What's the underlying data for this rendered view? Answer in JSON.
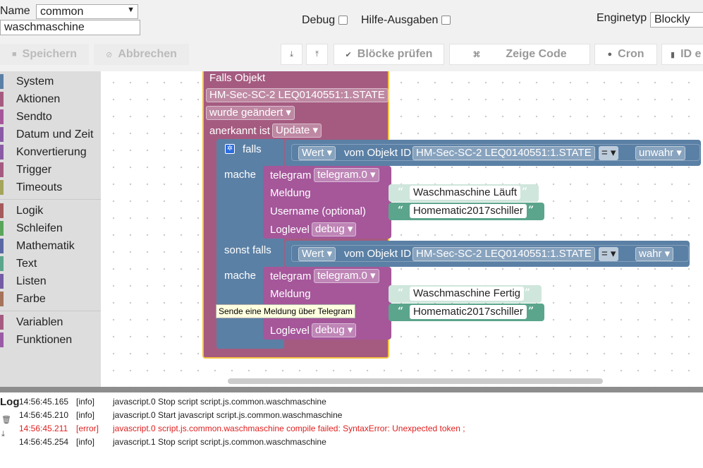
{
  "header": {
    "name_label": "Name",
    "name_select": "common",
    "script_name": "waschmaschine",
    "debug_label": "Debug",
    "hilfe_label": "Hilfe-Ausgaben",
    "enginetyp_label": "Enginetyp",
    "enginetyp_value": "Blockly"
  },
  "toolbar": {
    "save": "Speichern",
    "cancel": "Abbrechen",
    "check_blocks": "Blöcke prüfen",
    "show_code": "Zeige Code",
    "cron": "Cron",
    "id": "ID e"
  },
  "toolbox": [
    {
      "label": "System",
      "color": "#5b80a5"
    },
    {
      "label": "Aktionen",
      "color": "#a55b80"
    },
    {
      "label": "Sendto",
      "color": "#a5579a"
    },
    {
      "label": "Datum und Zeit",
      "color": "#8a5ba5"
    },
    {
      "label": "Konvertierung",
      "color": "#8a5ba5"
    },
    {
      "label": "Trigger",
      "color": "#a55b80"
    },
    {
      "label": "Timeouts",
      "color": "#a5a55b"
    },
    {
      "label": "Logik",
      "color": "#a55b5b"
    },
    {
      "label": "Schleifen",
      "color": "#5ba55b"
    },
    {
      "label": "Mathematik",
      "color": "#5b67a5"
    },
    {
      "label": "Text",
      "color": "#5ba58c"
    },
    {
      "label": "Listen",
      "color": "#745ba5"
    },
    {
      "label": "Farbe",
      "color": "#a5745b"
    },
    {
      "label": "Variablen",
      "color": "#a55b80"
    },
    {
      "label": "Funktionen",
      "color": "#995ba5"
    }
  ],
  "blocks": {
    "trigger": {
      "title": "Falls Objekt",
      "object": "HM-Sec-SC-2 LEQ0140551:1.STATE",
      "event": "wurde geändert",
      "ack_label": "anerkannt ist",
      "ack_value": "Update"
    },
    "if": {
      "falls": "falls",
      "mache": "mache",
      "sonst_falls": "sonst falls"
    },
    "cond1": {
      "field": "Wert",
      "vom": "vom Objekt ID",
      "object": "HM-Sec-SC-2 LEQ0140551:1.STATE",
      "op": "=",
      "value": "unwahr"
    },
    "cond2": {
      "field": "Wert",
      "vom": "vom Objekt ID",
      "object": "HM-Sec-SC-2 LEQ0140551:1.STATE",
      "op": "=",
      "value": "wahr"
    },
    "tg1": {
      "title": "telegram",
      "instance": "telegram.0",
      "meldung": "Meldung",
      "meldung_text": "Waschmaschine Läuft",
      "username": "Username (optional)",
      "username_text": "Homematic2017schiller",
      "loglevel": "Loglevel",
      "loglevel_value": "debug"
    },
    "tg2": {
      "title": "telegram",
      "instance": "telegram.0",
      "meldung": "Meldung",
      "meldung_text": "Waschmaschine Fertig",
      "username_tail": "l)",
      "username_text": "Homematic2017schiller",
      "loglevel": "Loglevel",
      "loglevel_value": "debug"
    },
    "tooltip": "Sende eine Meldung über Telegram"
  },
  "log": {
    "title": "Log",
    "rows": [
      {
        "time": "14:56:45.165",
        "level": "[info]",
        "msg": "javascript.0 Stop script script.js.common.waschmaschine"
      },
      {
        "time": "14:56:45.210",
        "level": "[info]",
        "msg": "javascript.0 Start javascript script.js.common.waschmaschine"
      },
      {
        "time": "14:56:45.211",
        "level": "[error]",
        "msg": "javascript.0 script.js.common.waschmaschine compile failed: SyntaxError: Unexpected token ;"
      },
      {
        "time": "14:56:45.254",
        "level": "[info]",
        "msg": "javascript.1 Stop script script.js.common.waschmaschine"
      }
    ]
  },
  "icons": [
    "save-icon",
    "cancel-icon",
    "download-icon",
    "upload-icon",
    "check-icon",
    "code-icon",
    "clock-icon",
    "id-icon",
    "gear-icon",
    "trash-icon",
    "dropdown-arrow-icon",
    "quote-icon"
  ]
}
